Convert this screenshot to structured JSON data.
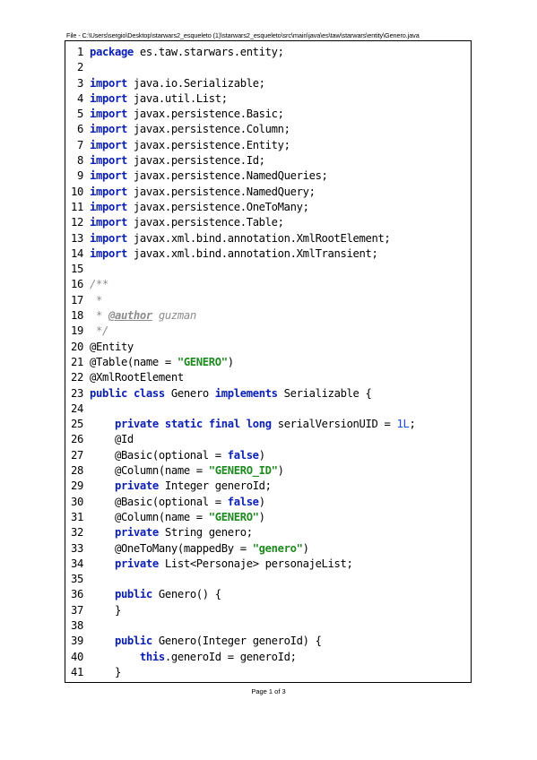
{
  "header": {
    "file_path": "File - C:\\Users\\sergio\\Desktop\\starwars2_esqueleto (1)\\starwars2_esqueleto\\src\\main\\java\\es\\taw\\starwars\\entity\\Genero.java"
  },
  "footer": {
    "page_label": "Page 1 of 3"
  },
  "code": {
    "lines": [
      {
        "n": "1",
        "tokens": [
          {
            "t": "package",
            "c": "kw"
          },
          {
            "t": " es.taw.starwars.entity;",
            "c": "plain"
          }
        ]
      },
      {
        "n": "2",
        "tokens": []
      },
      {
        "n": "3",
        "tokens": [
          {
            "t": "import",
            "c": "kw"
          },
          {
            "t": " java.io.Serializable;",
            "c": "plain"
          }
        ]
      },
      {
        "n": "4",
        "tokens": [
          {
            "t": "import",
            "c": "kw"
          },
          {
            "t": " java.util.List;",
            "c": "plain"
          }
        ]
      },
      {
        "n": "5",
        "tokens": [
          {
            "t": "import",
            "c": "kw"
          },
          {
            "t": " javax.persistence.Basic;",
            "c": "plain"
          }
        ]
      },
      {
        "n": "6",
        "tokens": [
          {
            "t": "import",
            "c": "kw"
          },
          {
            "t": " javax.persistence.Column;",
            "c": "plain"
          }
        ]
      },
      {
        "n": "7",
        "tokens": [
          {
            "t": "import",
            "c": "kw"
          },
          {
            "t": " javax.persistence.Entity;",
            "c": "plain"
          }
        ]
      },
      {
        "n": "8",
        "tokens": [
          {
            "t": "import",
            "c": "kw"
          },
          {
            "t": " javax.persistence.Id;",
            "c": "plain"
          }
        ]
      },
      {
        "n": "9",
        "tokens": [
          {
            "t": "import",
            "c": "kw"
          },
          {
            "t": " javax.persistence.NamedQueries;",
            "c": "plain"
          }
        ]
      },
      {
        "n": "10",
        "tokens": [
          {
            "t": "import",
            "c": "kw"
          },
          {
            "t": " javax.persistence.NamedQuery;",
            "c": "plain"
          }
        ]
      },
      {
        "n": "11",
        "tokens": [
          {
            "t": "import",
            "c": "kw"
          },
          {
            "t": " javax.persistence.OneToMany;",
            "c": "plain"
          }
        ]
      },
      {
        "n": "12",
        "tokens": [
          {
            "t": "import",
            "c": "kw"
          },
          {
            "t": " javax.persistence.Table;",
            "c": "plain"
          }
        ]
      },
      {
        "n": "13",
        "tokens": [
          {
            "t": "import",
            "c": "kw"
          },
          {
            "t": " javax.xml.bind.annotation.XmlRootElement;",
            "c": "plain"
          }
        ]
      },
      {
        "n": "14",
        "tokens": [
          {
            "t": "import",
            "c": "kw"
          },
          {
            "t": " javax.xml.bind.annotation.XmlTransient;",
            "c": "plain"
          }
        ]
      },
      {
        "n": "15",
        "tokens": []
      },
      {
        "n": "16",
        "tokens": [
          {
            "t": "/**",
            "c": "cm"
          }
        ]
      },
      {
        "n": "17",
        "tokens": [
          {
            "t": " *",
            "c": "cm"
          }
        ]
      },
      {
        "n": "18",
        "tokens": [
          {
            "t": " * ",
            "c": "cm"
          },
          {
            "t": "@author",
            "c": "tag"
          },
          {
            "t": " guzman",
            "c": "cm"
          }
        ]
      },
      {
        "n": "19",
        "tokens": [
          {
            "t": " */",
            "c": "cm"
          }
        ]
      },
      {
        "n": "20",
        "tokens": [
          {
            "t": "@Entity",
            "c": "ann"
          }
        ]
      },
      {
        "n": "21",
        "tokens": [
          {
            "t": "@Table(name = ",
            "c": "ann"
          },
          {
            "t": "\"GENERO\"",
            "c": "str"
          },
          {
            "t": ")",
            "c": "plain"
          }
        ]
      },
      {
        "n": "22",
        "tokens": [
          {
            "t": "@XmlRootElement",
            "c": "ann"
          }
        ]
      },
      {
        "n": "23",
        "tokens": [
          {
            "t": "public",
            "c": "kw"
          },
          {
            "t": " ",
            "c": "plain"
          },
          {
            "t": "class",
            "c": "kw"
          },
          {
            "t": " Genero ",
            "c": "plain"
          },
          {
            "t": "implements",
            "c": "kw"
          },
          {
            "t": " Serializable {",
            "c": "plain"
          }
        ]
      },
      {
        "n": "24",
        "tokens": []
      },
      {
        "n": "25",
        "tokens": [
          {
            "t": "    ",
            "c": "plain"
          },
          {
            "t": "private",
            "c": "kw"
          },
          {
            "t": " ",
            "c": "plain"
          },
          {
            "t": "static",
            "c": "kw"
          },
          {
            "t": " ",
            "c": "plain"
          },
          {
            "t": "final",
            "c": "kw"
          },
          {
            "t": " ",
            "c": "plain"
          },
          {
            "t": "long",
            "c": "kw"
          },
          {
            "t": " serialVersionUID = ",
            "c": "plain"
          },
          {
            "t": "1L",
            "c": "num"
          },
          {
            "t": ";",
            "c": "plain"
          }
        ]
      },
      {
        "n": "26",
        "tokens": [
          {
            "t": "    @Id",
            "c": "ann"
          }
        ]
      },
      {
        "n": "27",
        "tokens": [
          {
            "t": "    @Basic(optional = ",
            "c": "ann"
          },
          {
            "t": "false",
            "c": "kw"
          },
          {
            "t": ")",
            "c": "plain"
          }
        ]
      },
      {
        "n": "28",
        "tokens": [
          {
            "t": "    @Column(name = ",
            "c": "ann"
          },
          {
            "t": "\"GENERO_ID\"",
            "c": "str"
          },
          {
            "t": ")",
            "c": "plain"
          }
        ]
      },
      {
        "n": "29",
        "tokens": [
          {
            "t": "    ",
            "c": "plain"
          },
          {
            "t": "private",
            "c": "kw"
          },
          {
            "t": " Integer generoId;",
            "c": "plain"
          }
        ]
      },
      {
        "n": "30",
        "tokens": [
          {
            "t": "    @Basic(optional = ",
            "c": "ann"
          },
          {
            "t": "false",
            "c": "kw"
          },
          {
            "t": ")",
            "c": "plain"
          }
        ]
      },
      {
        "n": "31",
        "tokens": [
          {
            "t": "    @Column(name = ",
            "c": "ann"
          },
          {
            "t": "\"GENERO\"",
            "c": "str"
          },
          {
            "t": ")",
            "c": "plain"
          }
        ]
      },
      {
        "n": "32",
        "tokens": [
          {
            "t": "    ",
            "c": "plain"
          },
          {
            "t": "private",
            "c": "kw"
          },
          {
            "t": " String genero;",
            "c": "plain"
          }
        ]
      },
      {
        "n": "33",
        "tokens": [
          {
            "t": "    @OneToMany(mappedBy = ",
            "c": "ann"
          },
          {
            "t": "\"genero\"",
            "c": "str"
          },
          {
            "t": ")",
            "c": "plain"
          }
        ]
      },
      {
        "n": "34",
        "tokens": [
          {
            "t": "    ",
            "c": "plain"
          },
          {
            "t": "private",
            "c": "kw"
          },
          {
            "t": " List<Personaje> personajeList;",
            "c": "plain"
          }
        ]
      },
      {
        "n": "35",
        "tokens": []
      },
      {
        "n": "36",
        "tokens": [
          {
            "t": "    ",
            "c": "plain"
          },
          {
            "t": "public",
            "c": "kw"
          },
          {
            "t": " Genero() {",
            "c": "plain"
          }
        ]
      },
      {
        "n": "37",
        "tokens": [
          {
            "t": "    }",
            "c": "plain"
          }
        ]
      },
      {
        "n": "38",
        "tokens": []
      },
      {
        "n": "39",
        "tokens": [
          {
            "t": "    ",
            "c": "plain"
          },
          {
            "t": "public",
            "c": "kw"
          },
          {
            "t": " Genero(Integer generoId) {",
            "c": "plain"
          }
        ]
      },
      {
        "n": "40",
        "tokens": [
          {
            "t": "        ",
            "c": "plain"
          },
          {
            "t": "this",
            "c": "kw"
          },
          {
            "t": ".generoId = generoId;",
            "c": "plain"
          }
        ]
      },
      {
        "n": "41",
        "tokens": [
          {
            "t": "    }",
            "c": "plain"
          }
        ]
      }
    ]
  },
  "colors": {
    "keyword": "#0a1fb5",
    "string": "#1f8a1f",
    "number": "#1a4ae0",
    "comment": "#8c8c8c"
  }
}
